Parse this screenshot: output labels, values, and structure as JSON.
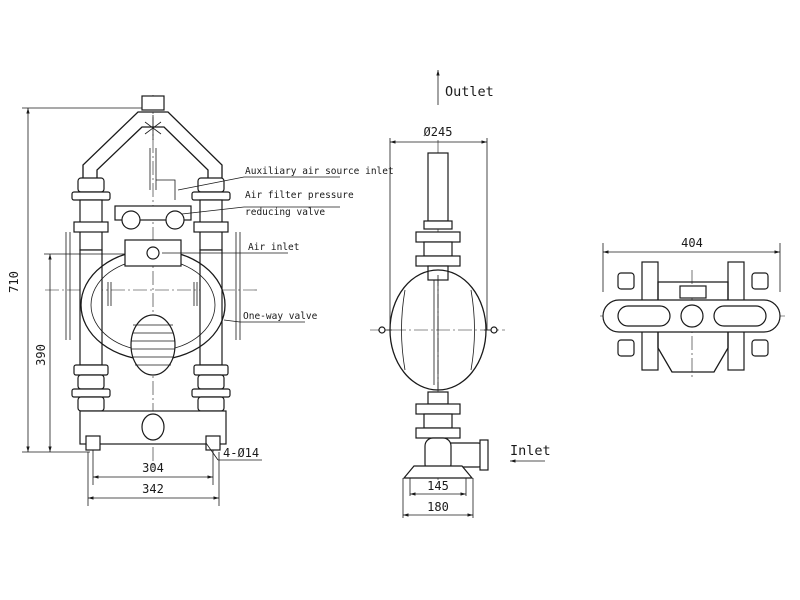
{
  "front_view": {
    "height_total": "710",
    "height_inlet": "390",
    "width_bolts": "304",
    "width_base": "342",
    "holes": "4-Ø14",
    "labels": {
      "aux_air": "Auxiliary air source inlet",
      "air_filter_1": "Air filter pressure",
      "air_filter_2": "reducing valve",
      "air_inlet": "Air inlet",
      "one_way_valve": "One-way valve"
    }
  },
  "side_view": {
    "diameter": "Ø245",
    "outlet": "Outlet",
    "inlet": "Inlet",
    "base_inner": "145",
    "base_outer": "180"
  },
  "top_view": {
    "width": "404"
  }
}
